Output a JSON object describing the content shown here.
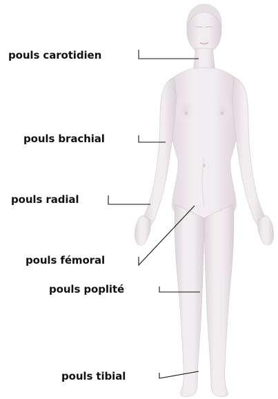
{
  "colors": {
    "background": "#ffffff",
    "text": "#111111",
    "leader_line": "#111111",
    "figure_skin": "#ece7ea",
    "figure_shadow": "#d9d2d6"
  },
  "image": {
    "subject": "human-body-front-figure"
  },
  "labels": {
    "carotid": "pouls carotidien",
    "brachial": "pouls brachial",
    "radial": "pouls radial",
    "femoral": "pouls fémoral",
    "popliteal": "pouls poplité",
    "tibial": "pouls tibial"
  }
}
